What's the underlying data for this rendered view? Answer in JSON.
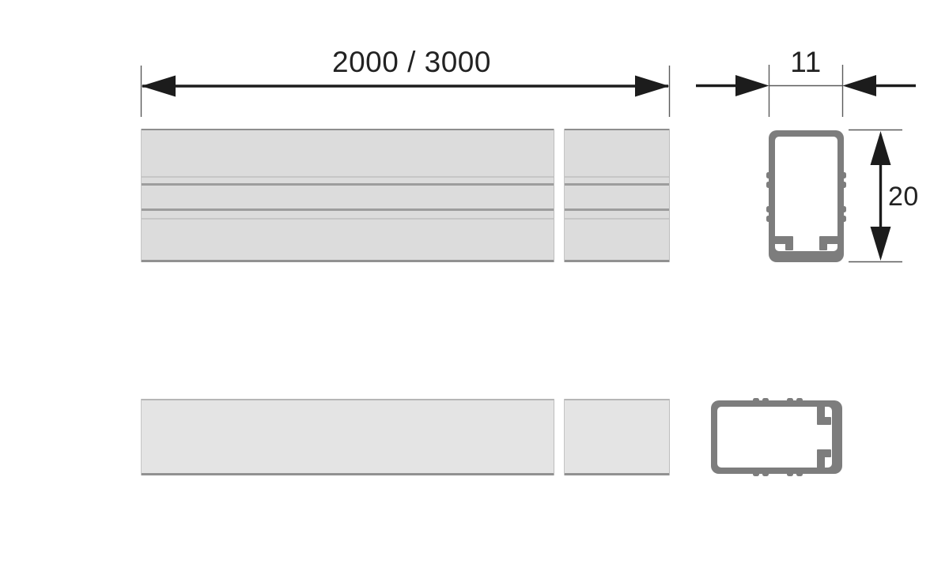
{
  "drawing": {
    "type": "technical-profile-drawing",
    "dimensions": {
      "length": {
        "label": "2000 / 3000"
      },
      "width": {
        "label": "11"
      },
      "height": {
        "label": "20"
      }
    },
    "colors": {
      "background": "#ffffff",
      "dimension_line": "#1c1c1c",
      "extension_line": "#5a5a5a",
      "label_text": "#222222",
      "profile_wall": "#7d7d7d",
      "profile_cavity": "#ffffff",
      "bar_fill_upper": "#dcdcdc",
      "bar_fill_lower": "#e4e4e4",
      "bar_edge": "#8e8e8e",
      "groove_dark": "#9d9d9d",
      "groove_light": "#c6c6c6"
    }
  }
}
